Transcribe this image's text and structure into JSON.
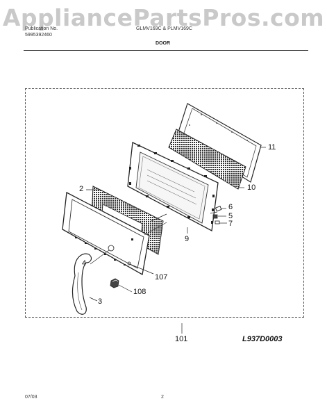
{
  "watermark": "AppliancePartsPros.com",
  "header": {
    "publication_label": "Publication No.",
    "publication_number": "5995392460",
    "models": "GLMV169C & PLMV169C",
    "section_title": "DOOR"
  },
  "parts": {
    "p2": "2",
    "p3": "3",
    "p4": "4",
    "p5": "5",
    "p6": "6",
    "p7": "7",
    "p9": "9",
    "p10": "10",
    "p11": "11",
    "p101": "101",
    "p107": "107",
    "p108": "108"
  },
  "footer": {
    "date": "07/03",
    "page": "2",
    "diagram_code": "L937D0003"
  }
}
